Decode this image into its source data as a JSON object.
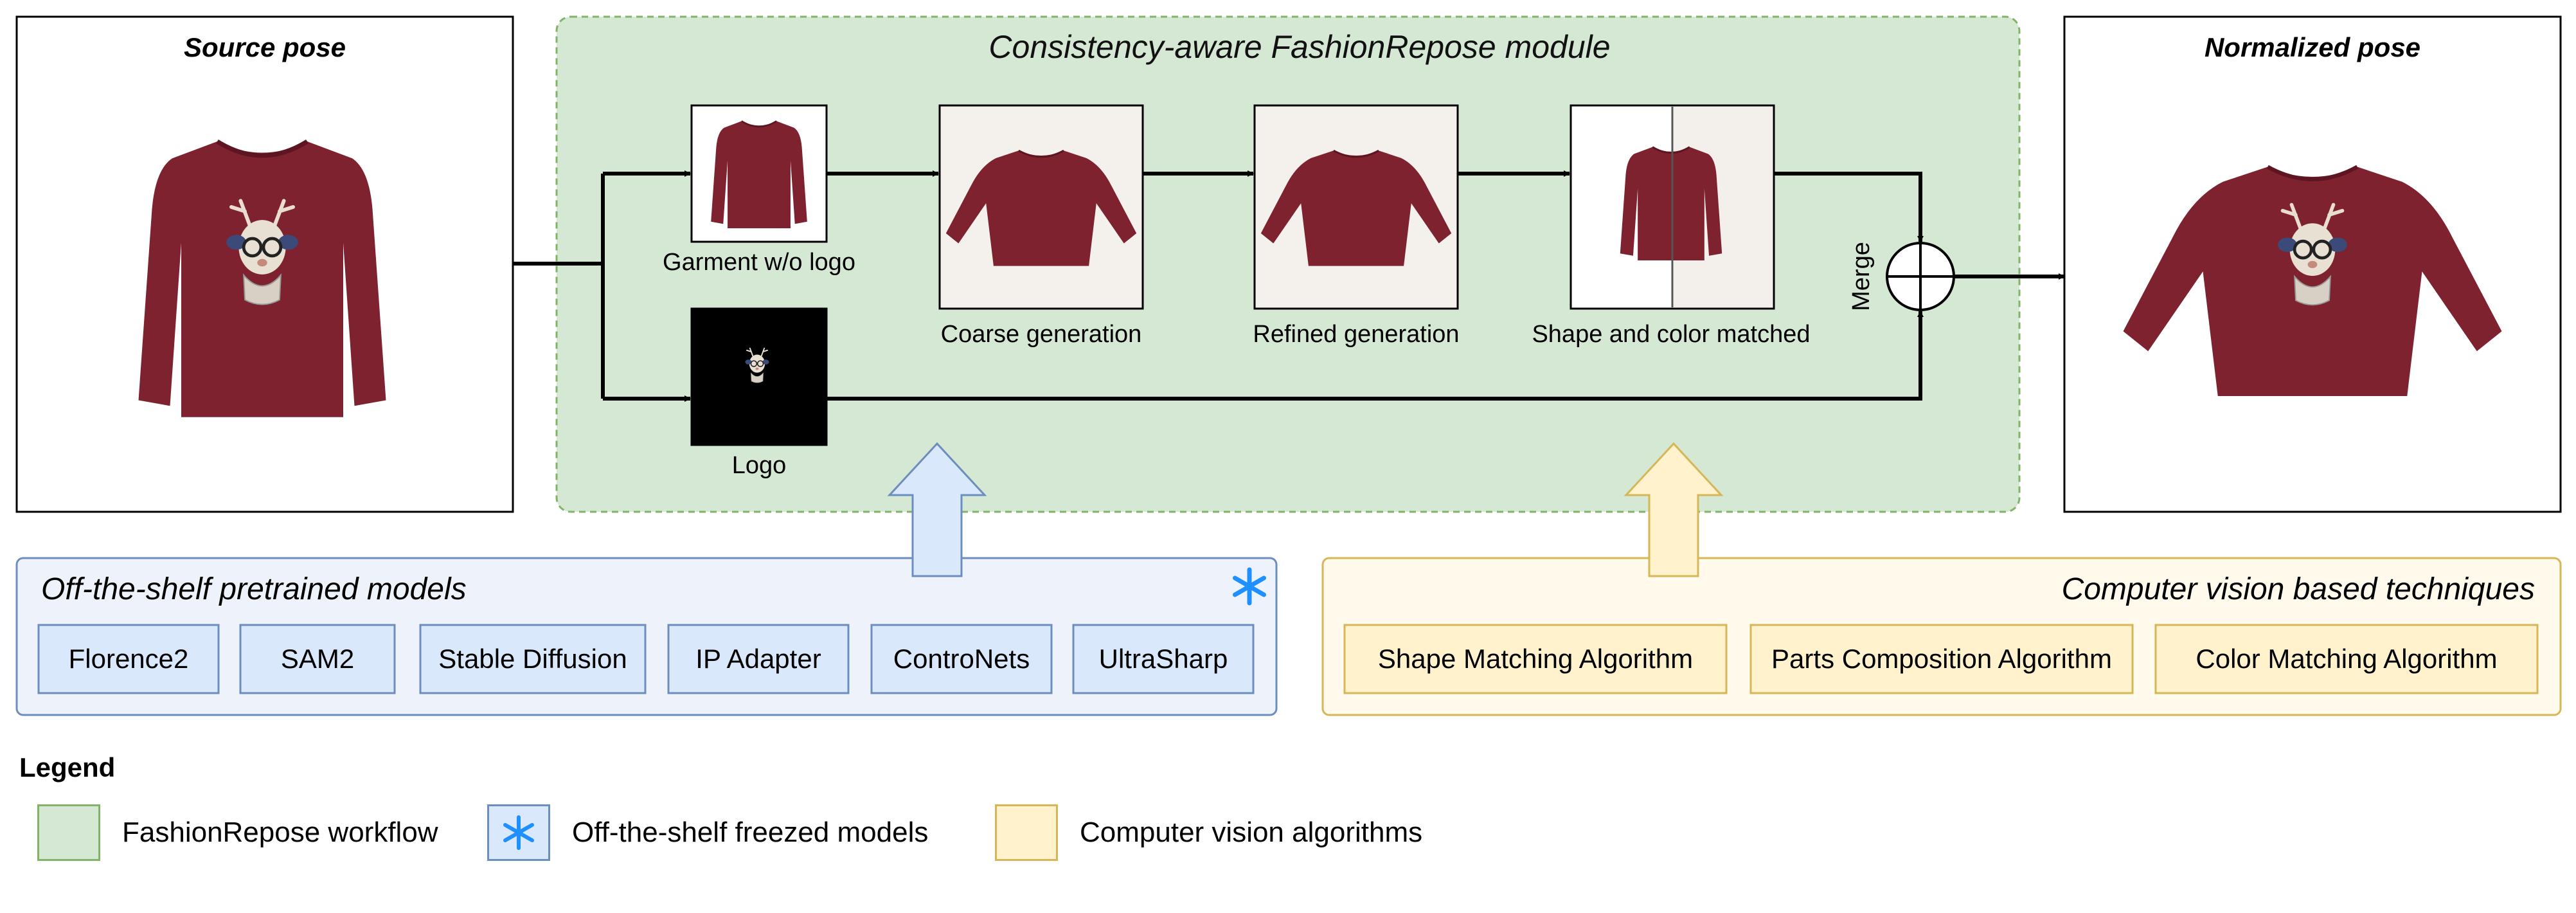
{
  "source": {
    "title": "Source pose"
  },
  "normalized": {
    "title": "Normalized pose"
  },
  "module": {
    "title": "Consistency-aware FashionRepose module",
    "garment_label": "Garment w/o logo",
    "logo_label": "Logo",
    "coarse_label": "Coarse generation",
    "refined_label": "Refined generation",
    "matched_label": "Shape and color matched",
    "merge_label": "Merge"
  },
  "pretrained": {
    "title": "Off-the-shelf pretrained models",
    "models": [
      "Florence2",
      "SAM2",
      "Stable Diffusion",
      "IP Adapter",
      "ControNets",
      "UltraSharp"
    ]
  },
  "cv": {
    "title": "Computer vision based techniques",
    "algorithms": [
      "Shape Matching Algorithm",
      "Parts Composition Algorithm",
      "Color Matching Algorithm"
    ]
  },
  "legend": {
    "title": "Legend",
    "items": [
      {
        "label": "FashionRepose workflow"
      },
      {
        "label": "Off-the-shelf freezed models"
      },
      {
        "label": "Computer vision algorithms"
      }
    ]
  },
  "colors": {
    "module_fill": "#d5e8d4",
    "module_stroke": "#82b366",
    "blue_fill": "#dae8fc",
    "blue_stroke": "#6c8ebf",
    "blue_panel": "#eef3fb",
    "yellow_fill": "#fff2cc",
    "yellow_stroke": "#d6b656",
    "yellow_panel": "#fffaeb",
    "garment": "#7f2230",
    "snowflake": "#1e90ff"
  },
  "icons": {
    "snowflake": "snowflake-icon",
    "merge": "circle-plus-icon"
  }
}
